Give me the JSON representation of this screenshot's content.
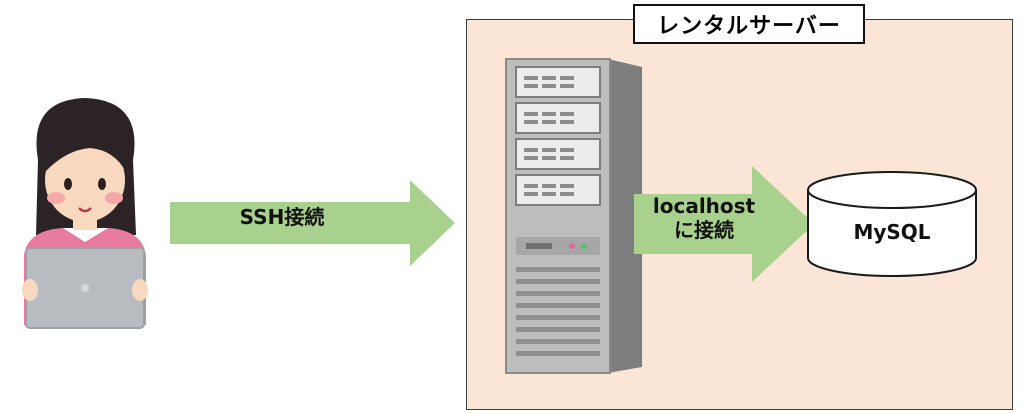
{
  "diagram": {
    "server_title": "レンタルサーバー",
    "ssh_label": "SSH接続",
    "local_label_line1": "localhost",
    "local_label_line2": "に接続",
    "db_label": "MySQL"
  },
  "colors": {
    "server_box_fill": "#fbe5d7",
    "arrow_fill": "#a9d18e",
    "db_fill": "#ffffff"
  },
  "icons": {
    "user": "woman-with-laptop-icon",
    "server": "tower-server-icon",
    "database": "database-cylinder-icon"
  }
}
